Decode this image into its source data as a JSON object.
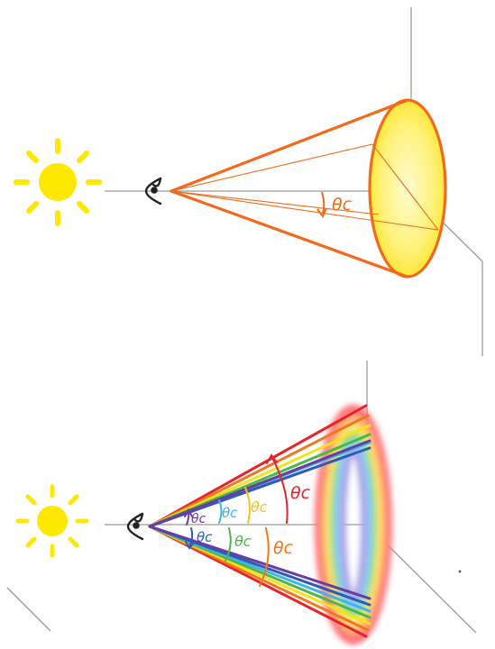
{
  "angle_symbol": "θc",
  "colors": {
    "sun": "#ffe800",
    "cone_orange": "#f26a1b",
    "axes": "#9a9a9a",
    "eye": "#222222",
    "red": "#e8232a",
    "orange": "#f0781e",
    "yellow": "#f7e21a",
    "green": "#4cb848",
    "light_blue": "#3fb6e8",
    "blue": "#2e5bb8",
    "violet": "#6a3da0"
  },
  "top_panel": {
    "label": "θc",
    "label_color": "#f26a1b"
  },
  "bottom_panel": {
    "labels": [
      {
        "text": "θc",
        "color": "#e8232a",
        "band": "red-upper"
      },
      {
        "text": "θc",
        "color": "#f7c21a",
        "band": "yellow-upper"
      },
      {
        "text": "θc",
        "color": "#3fb6e8",
        "band": "light-blue-upper"
      },
      {
        "text": "θc",
        "color": "#6a3da0",
        "band": "violet-upper"
      },
      {
        "text": "θc",
        "color": "#2e5bb8",
        "band": "blue-lower"
      },
      {
        "text": "θc",
        "color": "#4cb848",
        "band": "green-lower"
      },
      {
        "text": "θc",
        "color": "#f0781e",
        "band": "orange-lower"
      }
    ]
  }
}
